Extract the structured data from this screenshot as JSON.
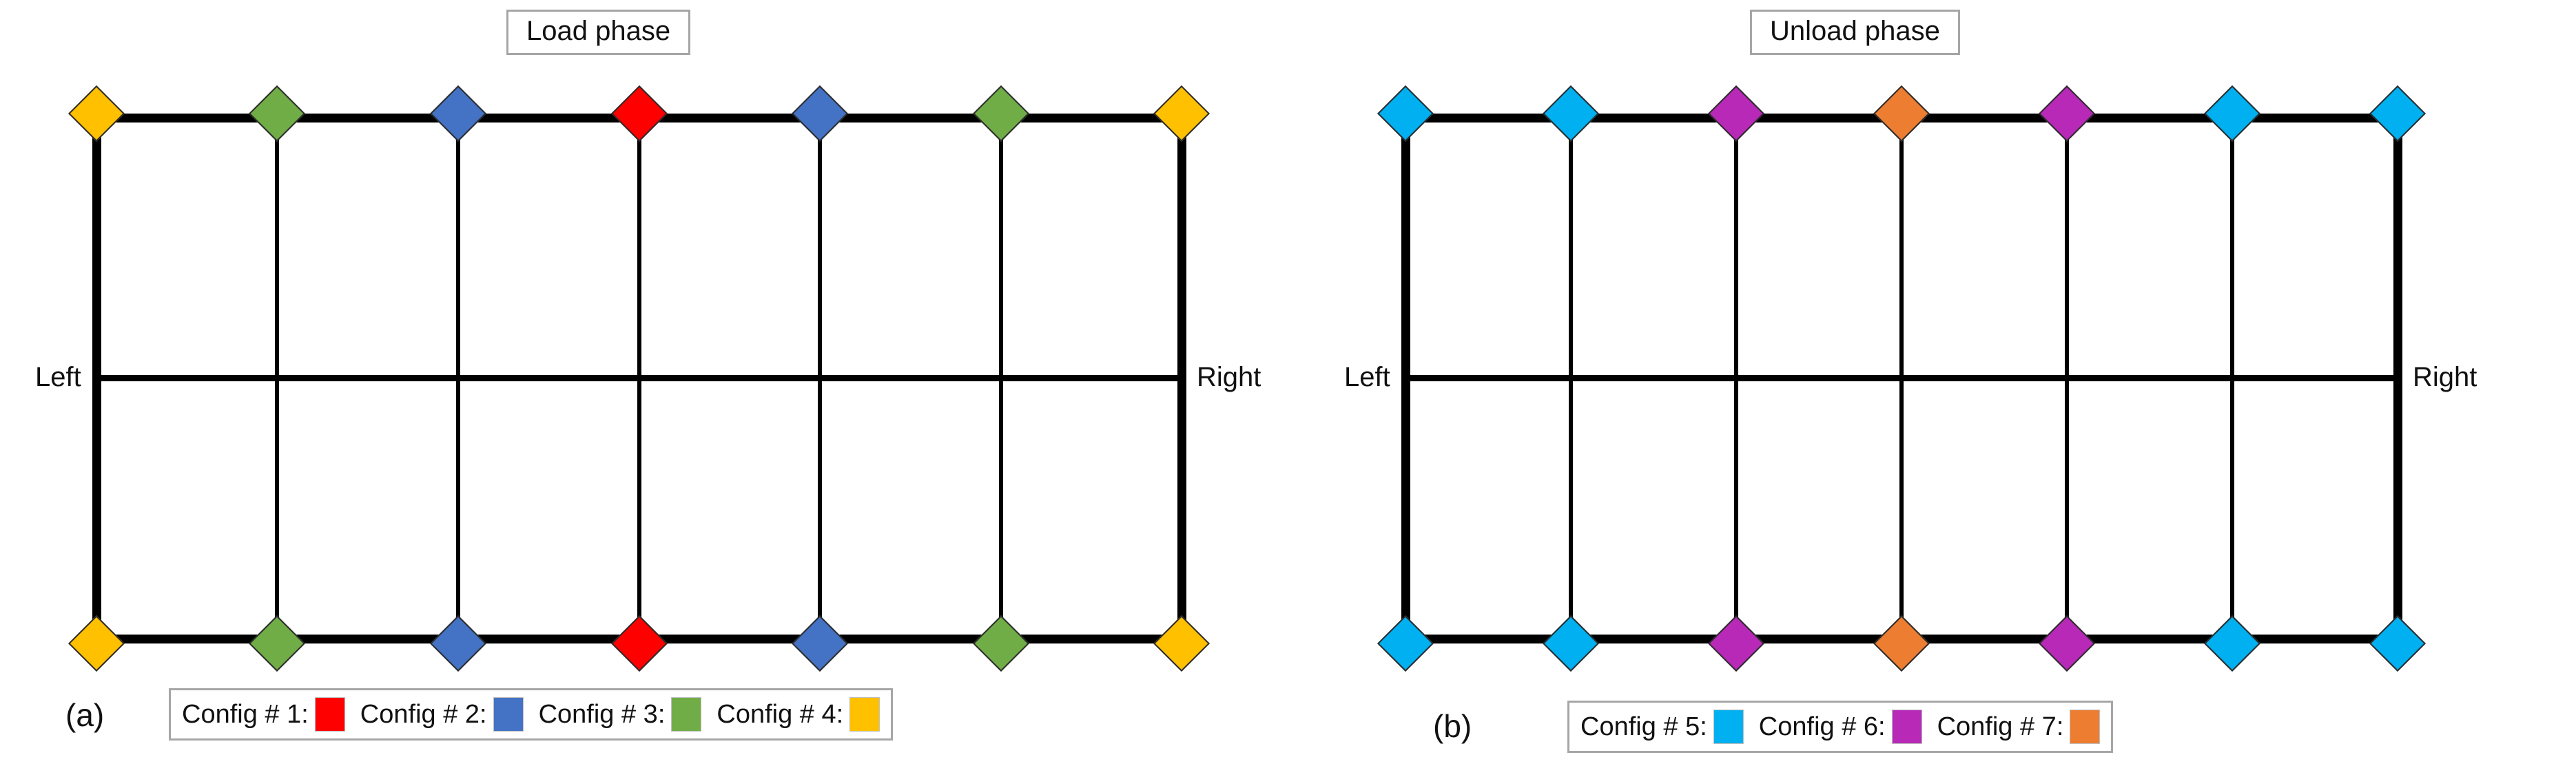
{
  "figure": {
    "background": "#ffffff",
    "line_color": "#000000"
  },
  "colors": {
    "config1_red": "#FF0000",
    "config2_blue": "#4472C4",
    "config3_green": "#70AD47",
    "config4_yellow": "#FFC000",
    "config5_cyan": "#00B0F0",
    "config6_magenta": "#B829B8",
    "config7_orange": "#ED7D31",
    "box_border": "#A6A6A6",
    "marker_outline": "#2B2B2B"
  },
  "panels": [
    {
      "id": "a",
      "caption": "(a)",
      "title": "Load phase",
      "left_label": "Left",
      "right_label": "Right",
      "columns": 7,
      "markers_top": [
        {
          "index": 0,
          "config": "Config # 4",
          "color": "#FFC000"
        },
        {
          "index": 1,
          "config": "Config # 3",
          "color": "#70AD47"
        },
        {
          "index": 2,
          "config": "Config # 2",
          "color": "#4472C4"
        },
        {
          "index": 3,
          "config": "Config # 1",
          "color": "#FF0000"
        },
        {
          "index": 4,
          "config": "Config # 2",
          "color": "#4472C4"
        },
        {
          "index": 5,
          "config": "Config # 3",
          "color": "#70AD47"
        },
        {
          "index": 6,
          "config": "Config # 4",
          "color": "#FFC000"
        }
      ],
      "markers_bottom": [
        {
          "index": 0,
          "config": "Config # 4",
          "color": "#FFC000"
        },
        {
          "index": 1,
          "config": "Config # 3",
          "color": "#70AD47"
        },
        {
          "index": 2,
          "config": "Config # 2",
          "color": "#4472C4"
        },
        {
          "index": 3,
          "config": "Config # 1",
          "color": "#FF0000"
        },
        {
          "index": 4,
          "config": "Config # 2",
          "color": "#4472C4"
        },
        {
          "index": 5,
          "config": "Config # 3",
          "color": "#70AD47"
        },
        {
          "index": 6,
          "config": "Config # 4",
          "color": "#FFC000"
        }
      ],
      "legend": [
        {
          "label": "Config # 1:",
          "color": "#FF0000"
        },
        {
          "label": "Config # 2:",
          "color": "#4472C4"
        },
        {
          "label": "Config # 3:",
          "color": "#70AD47"
        },
        {
          "label": "Config # 4:",
          "color": "#FFC000"
        }
      ]
    },
    {
      "id": "b",
      "caption": "(b)",
      "title": "Unload phase",
      "left_label": "Left",
      "right_label": "Right",
      "columns": 7,
      "markers_top": [
        {
          "index": 0,
          "config": "Config # 5",
          "color": "#00B0F0"
        },
        {
          "index": 1,
          "config": "Config # 5",
          "color": "#00B0F0"
        },
        {
          "index": 2,
          "config": "Config # 6",
          "color": "#B829B8"
        },
        {
          "index": 3,
          "config": "Config # 7",
          "color": "#ED7D31"
        },
        {
          "index": 4,
          "config": "Config # 6",
          "color": "#B829B8"
        },
        {
          "index": 5,
          "config": "Config # 5",
          "color": "#00B0F0"
        },
        {
          "index": 6,
          "config": "Config # 5",
          "color": "#00B0F0"
        }
      ],
      "markers_bottom": [
        {
          "index": 0,
          "config": "Config # 5",
          "color": "#00B0F0"
        },
        {
          "index": 1,
          "config": "Config # 5",
          "color": "#00B0F0"
        },
        {
          "index": 2,
          "config": "Config # 6",
          "color": "#B829B8"
        },
        {
          "index": 3,
          "config": "Config # 7",
          "color": "#ED7D31"
        },
        {
          "index": 4,
          "config": "Config # 6",
          "color": "#B829B8"
        },
        {
          "index": 5,
          "config": "Config # 5",
          "color": "#00B0F0"
        },
        {
          "index": 6,
          "config": "Config # 5",
          "color": "#00B0F0"
        }
      ],
      "legend": [
        {
          "label": "Config # 5:",
          "color": "#00B0F0"
        },
        {
          "label": "Config # 6:",
          "color": "#B829B8"
        },
        {
          "label": "Config # 7:",
          "color": "#ED7D31"
        }
      ]
    }
  ]
}
